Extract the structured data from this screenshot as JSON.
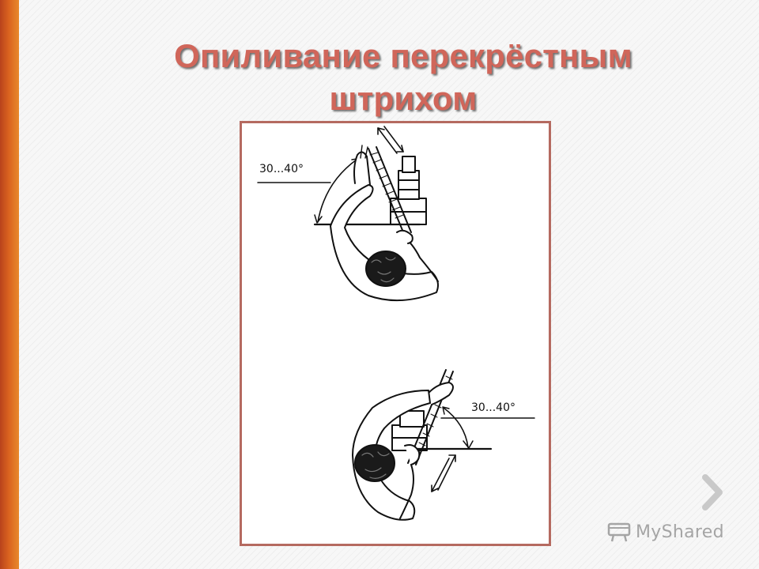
{
  "slide": {
    "title": "Опиливание перекрёстным штрихом"
  },
  "figure": {
    "top_angle_label": "30...40°",
    "bottom_angle_label": "30...40°"
  },
  "navigation": {
    "next_icon": "chevron-right-icon"
  },
  "watermark": {
    "text": "MyShared",
    "icon": "logo-icon"
  },
  "colors": {
    "accent_bar": "#d9621f",
    "title": "#d0665a",
    "frame_border": "#b56a60",
    "arrow": "#c9c9c9"
  }
}
